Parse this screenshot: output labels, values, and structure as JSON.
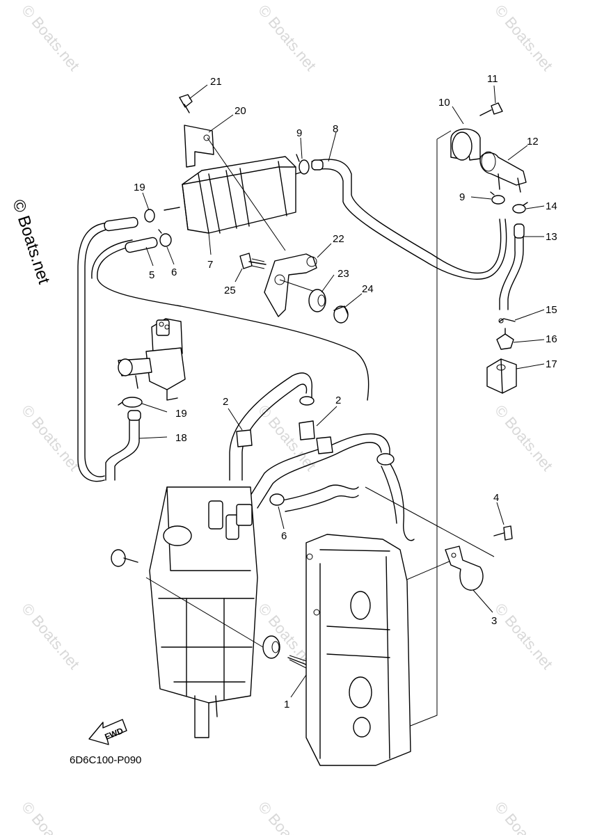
{
  "diagram": {
    "drawing_code": "6D6C100-P090",
    "fwd_label": "FWD",
    "side_watermark": "© Boats.net",
    "background_watermark": "© Boats.net",
    "parts": [
      {
        "number": "1"
      },
      {
        "number": "2"
      },
      {
        "number": "2"
      },
      {
        "number": "3"
      },
      {
        "number": "4"
      },
      {
        "number": "5"
      },
      {
        "number": "6"
      },
      {
        "number": "6"
      },
      {
        "number": "7"
      },
      {
        "number": "8"
      },
      {
        "number": "9"
      },
      {
        "number": "9"
      },
      {
        "number": "10"
      },
      {
        "number": "11"
      },
      {
        "number": "12"
      },
      {
        "number": "13"
      },
      {
        "number": "14"
      },
      {
        "number": "15"
      },
      {
        "number": "16"
      },
      {
        "number": "17"
      },
      {
        "number": "18"
      },
      {
        "number": "19"
      },
      {
        "number": "19"
      },
      {
        "number": "20"
      },
      {
        "number": "21"
      },
      {
        "number": "22"
      },
      {
        "number": "23"
      },
      {
        "number": "24"
      },
      {
        "number": "25"
      }
    ]
  }
}
